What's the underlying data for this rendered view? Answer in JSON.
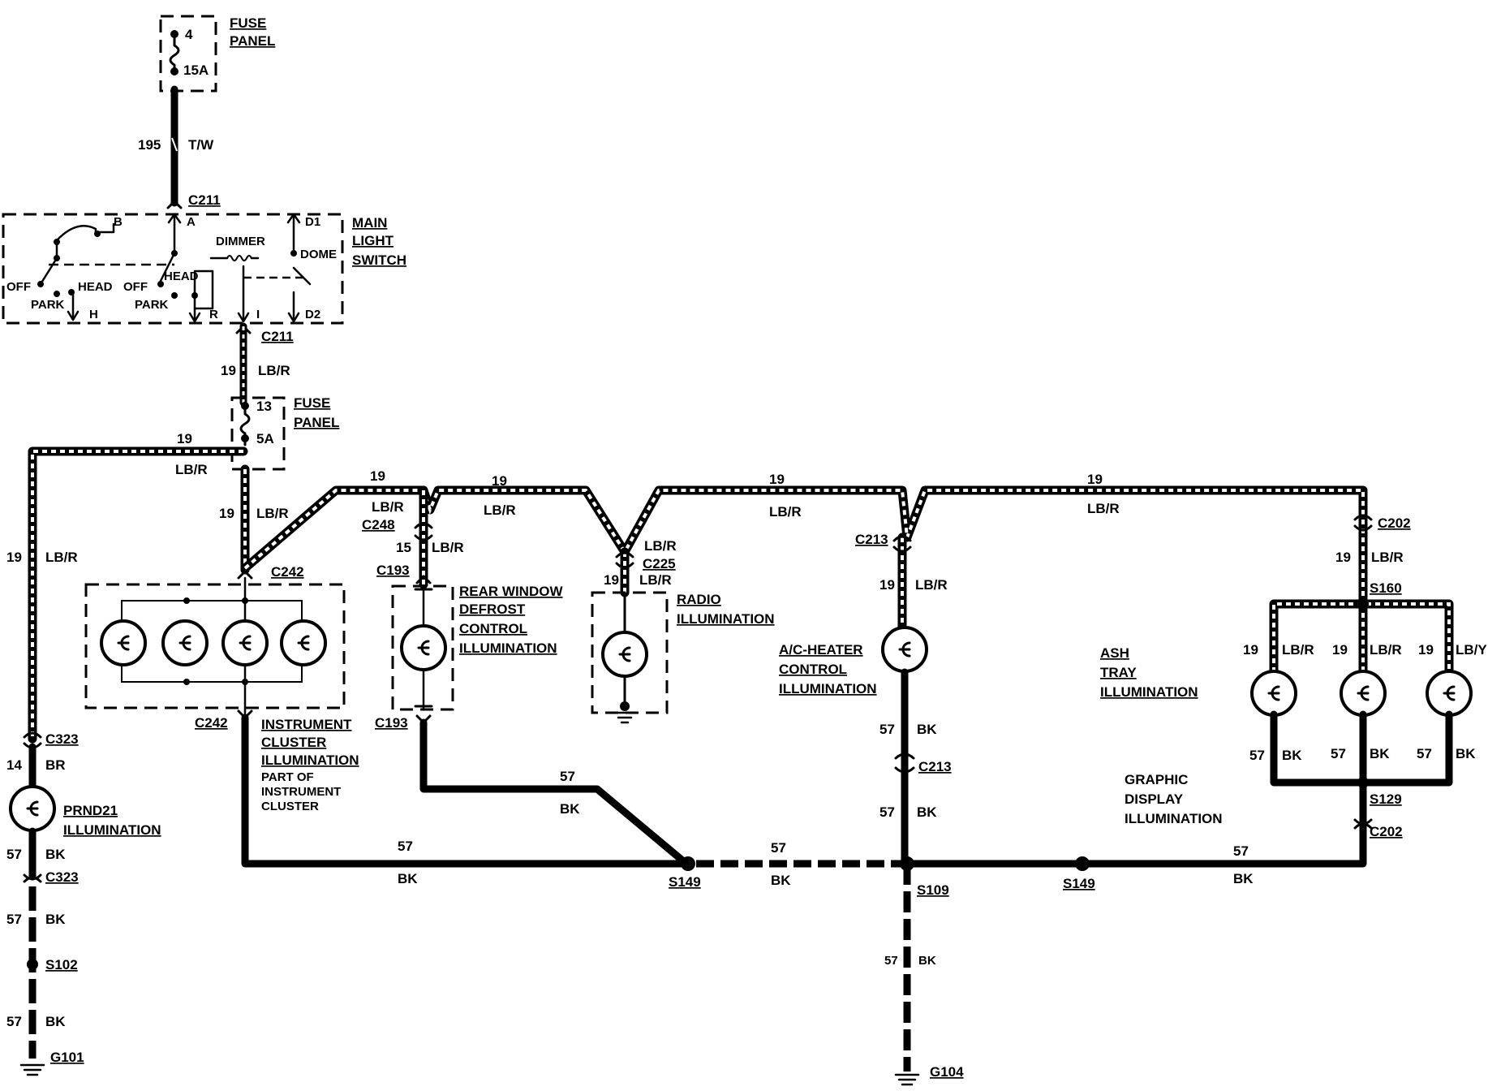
{
  "fuse_panel_top": {
    "title_line1": "FUSE",
    "title_line2": "PANEL",
    "fuse_no": "4",
    "rating": "15A"
  },
  "feed_wire": {
    "circuit": "195",
    "color": "T/W"
  },
  "main_light_switch": {
    "title_line1": "MAIN",
    "title_line2": "LIGHT",
    "title_line3": "SWITCH",
    "connector_top": "C211",
    "connector_bottom": "C211",
    "term_b": "B",
    "term_a": "A",
    "term_d1": "D1",
    "term_h": "H",
    "term_r": "R",
    "term_i": "I",
    "term_d2": "D2",
    "dimmer": "DIMMER",
    "dome": "DOME",
    "off1": "OFF",
    "head1": "HEAD",
    "park1": "PARK",
    "off2": "OFF",
    "head2": "HEAD",
    "park2": "PARK"
  },
  "fuse_panel_mid": {
    "title_line1": "FUSE",
    "title_line2": "PANEL",
    "fuse_no": "13",
    "rating": "5A"
  },
  "wires": {
    "w19": "19",
    "lbr": "LB/R",
    "w15": "15",
    "w57": "57",
    "bk": "BK",
    "w14": "14",
    "br": "BR",
    "lby": "LB/Y"
  },
  "connectors": {
    "c242_top": "C242",
    "c242_bot": "C242",
    "c248": "C248",
    "c193_top": "C193",
    "c193_bot": "C193",
    "c225": "C225",
    "c213_top": "C213",
    "c213_bot": "C213",
    "c202_top": "C202",
    "c202_bot": "C202",
    "c323_top": "C323",
    "c323_bot": "C323"
  },
  "splices": {
    "s149_left": "S149",
    "s109": "S109",
    "s149_right": "S149",
    "s102": "S102",
    "s160": "S160",
    "s129": "S129"
  },
  "grounds": {
    "g101": "G101",
    "g104": "G104"
  },
  "components": {
    "instrument_cluster": {
      "line1": "INSTRUMENT",
      "line2": "CLUSTER",
      "line3": "ILLUMINATION",
      "note1": "PART OF",
      "note2": "INSTRUMENT",
      "note3": "CLUSTER"
    },
    "rear_defrost": {
      "line1": "REAR WINDOW",
      "line2": "DEFROST",
      "line3": "CONTROL",
      "line4": "ILLUMINATION"
    },
    "radio": {
      "line1": "RADIO",
      "line2": "ILLUMINATION"
    },
    "ac_heater": {
      "line1": "A/C-HEATER",
      "line2": "CONTROL",
      "line3": "ILLUMINATION"
    },
    "ash_tray": {
      "line1": "ASH",
      "line2": "TRAY",
      "line3": "ILLUMINATION"
    },
    "graphic_display": {
      "line1": "GRAPHIC",
      "line2": "DISPLAY",
      "line3": "ILLUMINATION"
    },
    "prnd21": {
      "line1": "PRND21",
      "line2": "ILLUMINATION"
    }
  }
}
